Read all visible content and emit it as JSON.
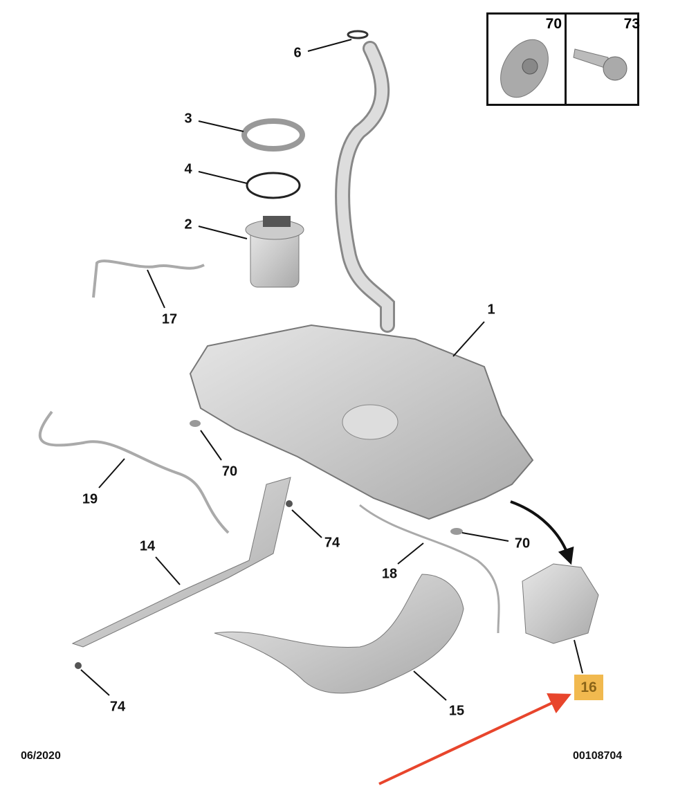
{
  "diagram": {
    "callouts": {
      "c1": "1",
      "c2": "2",
      "c3": "3",
      "c4": "4",
      "c6": "6",
      "c14": "14",
      "c15": "15",
      "c16": "16",
      "c17": "17",
      "c18": "18",
      "c19": "19",
      "c70a": "70",
      "c70b": "70",
      "c74a": "74",
      "c74b": "74"
    },
    "inset": {
      "left_label": "70",
      "right_label": "73"
    },
    "highlight_color": "#f1b94f",
    "arrow_color": "#e8452c"
  },
  "footer": {
    "date": "06/2020",
    "reference": "00108704"
  }
}
